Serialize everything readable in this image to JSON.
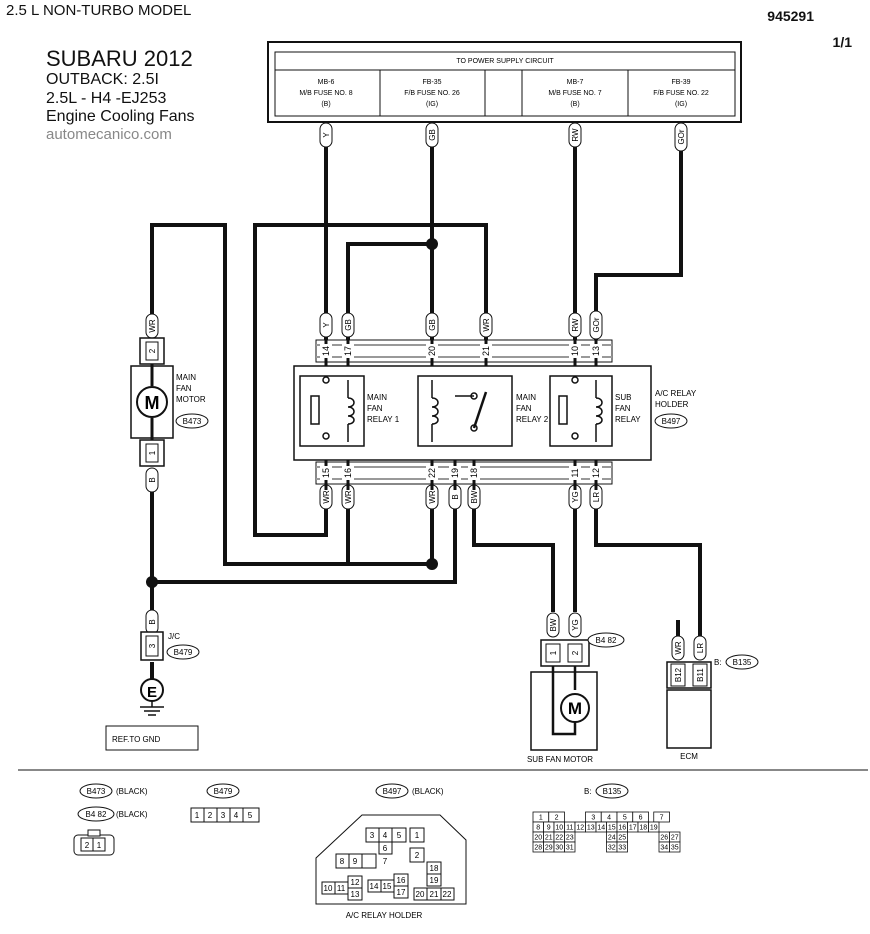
{
  "header": {
    "top_title": "2.5 L NON-TURBO MODEL",
    "doc_number": "945291",
    "page": "1/1",
    "make_year": "SUBARU 2012",
    "model": "OUTBACK: 2.5I",
    "engine": "2.5L - H4 -EJ253",
    "system": "Engine Cooling Fans",
    "site": "automecanico.com"
  },
  "power_supply": {
    "title": "TO POWER SUPPLY CIRCUIT",
    "fuses": [
      {
        "name": "MB-6",
        "fuse": "M/B FUSE NO.   8",
        "type": "(B)"
      },
      {
        "name": "FB-35",
        "fuse": "F/B FUSE NO. 26",
        "type": "(IG)"
      },
      {
        "name": "MB-7",
        "fuse": "M/B FUSE NO. 7",
        "type": "(B)"
      },
      {
        "name": "FB-39",
        "fuse": "F/B FUSE NO. 22",
        "type": "(IG)"
      }
    ]
  },
  "wire_colors": {
    "y": "Y",
    "gb": "GB",
    "rw": "RW",
    "gor": "GOr",
    "wr": "WR",
    "b": "B",
    "bw": "BW",
    "yg": "YG",
    "lr": "LR"
  },
  "pins": {
    "p14": "14",
    "p17": "17",
    "p20": "20",
    "p21": "21",
    "p10": "10",
    "p13": "13",
    "p15": "15",
    "p16": "16",
    "p22": "22",
    "p19": "19",
    "p18": "18",
    "p11": "11",
    "p12": "12",
    "p1": "1",
    "p2": "2",
    "p3": "3",
    "pb12": "B12",
    "pb11": "B11"
  },
  "components": {
    "main_fan_motor": {
      "line1": "MAIN",
      "line2": "FAN",
      "line3": "MOTOR",
      "conn": "B473"
    },
    "relay1": {
      "line1": "MAIN",
      "line2": "FAN",
      "line3": "RELAY 1"
    },
    "relay2": {
      "line1": "MAIN",
      "line2": "FAN",
      "line3": "RELAY 2"
    },
    "sub_relay": {
      "line1": "SUB",
      "line2": "FAN",
      "line3": "RELAY"
    },
    "relay_holder": {
      "line1": "A/C RELAY",
      "line2": "HOLDER",
      "conn": "B497"
    },
    "jc": {
      "label": "J/C",
      "conn": "B479"
    },
    "ground": {
      "symbol": "E",
      "label": "REF.TO GND"
    },
    "sub_fan_motor": {
      "label": "SUB FAN MOTOR",
      "conn": "B4 82"
    },
    "ecm": {
      "label": "ECM",
      "prefix": "B:",
      "conn": "B135"
    },
    "motor_symbol": "M"
  },
  "connector_views": {
    "b473": {
      "conn": "B473",
      "color": "(BLACK)"
    },
    "b482": {
      "conn": "B4 82",
      "color": "(BLACK)",
      "pins": [
        "2",
        "1"
      ]
    },
    "b479": {
      "conn": "B479",
      "pins": [
        "1",
        "2",
        "3",
        "4",
        "5"
      ]
    },
    "b497": {
      "conn": "B497",
      "color": "(BLACK)",
      "caption": "A/C RELAY HOLDER",
      "pins": [
        "3",
        "4",
        "5",
        "1",
        "6",
        "2",
        "8",
        "9",
        "7",
        "12",
        "18",
        "10",
        "11",
        "13",
        "14",
        "15",
        "16",
        "17",
        "19",
        "20",
        "21",
        "22"
      ]
    },
    "b135": {
      "prefix": "B:",
      "conn": "B135",
      "row1": [
        "1",
        "2",
        "3",
        "4",
        "5",
        "6",
        "7"
      ],
      "row2": [
        "8",
        "9",
        "10",
        "11",
        "12",
        "13",
        "14",
        "15",
        "16",
        "17",
        "18",
        "19"
      ],
      "row3": [
        "20",
        "21",
        "22",
        "23",
        "24",
        "25",
        "26",
        "27"
      ],
      "row4": [
        "28",
        "29",
        "30",
        "31",
        "32",
        "33",
        "34",
        "35"
      ]
    }
  },
  "colors": {
    "wire": "#111111",
    "bus": "#888888",
    "text_grey": "#888888"
  }
}
